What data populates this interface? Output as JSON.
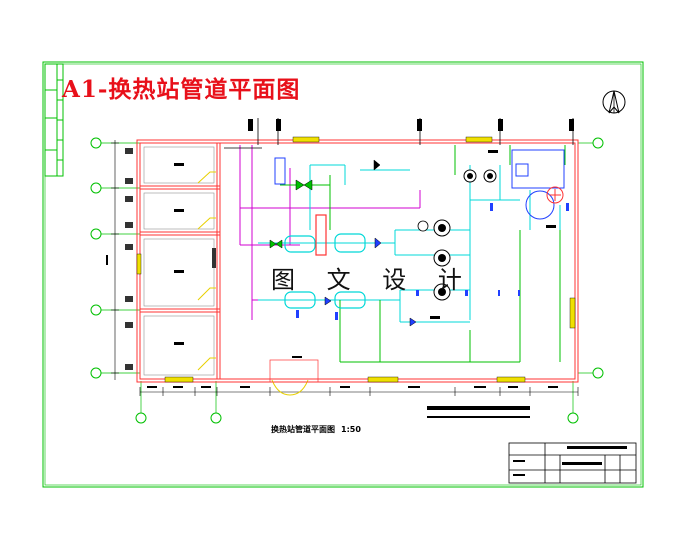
{
  "drawing": {
    "title": "A1-换热站管道平面图",
    "watermark": "图 文 设 计",
    "caption": "换热站管道平面图",
    "caption_scale": "1:50"
  },
  "colors": {
    "frame": "#00c000",
    "wall": "#ff3333",
    "pipe_cyan": "#00d8d8",
    "pipe_magenta": "#d000d0",
    "pipe_green": "#00c000",
    "equipment_blue": "#2040ff",
    "door_yellow": "#f0e000",
    "title_red": "#e8101a"
  },
  "icons": [
    "north-arrow-icon",
    "pump-icon",
    "heat-exchanger-icon",
    "valve-icon",
    "door-icon",
    "axis-bubble-icon"
  ]
}
